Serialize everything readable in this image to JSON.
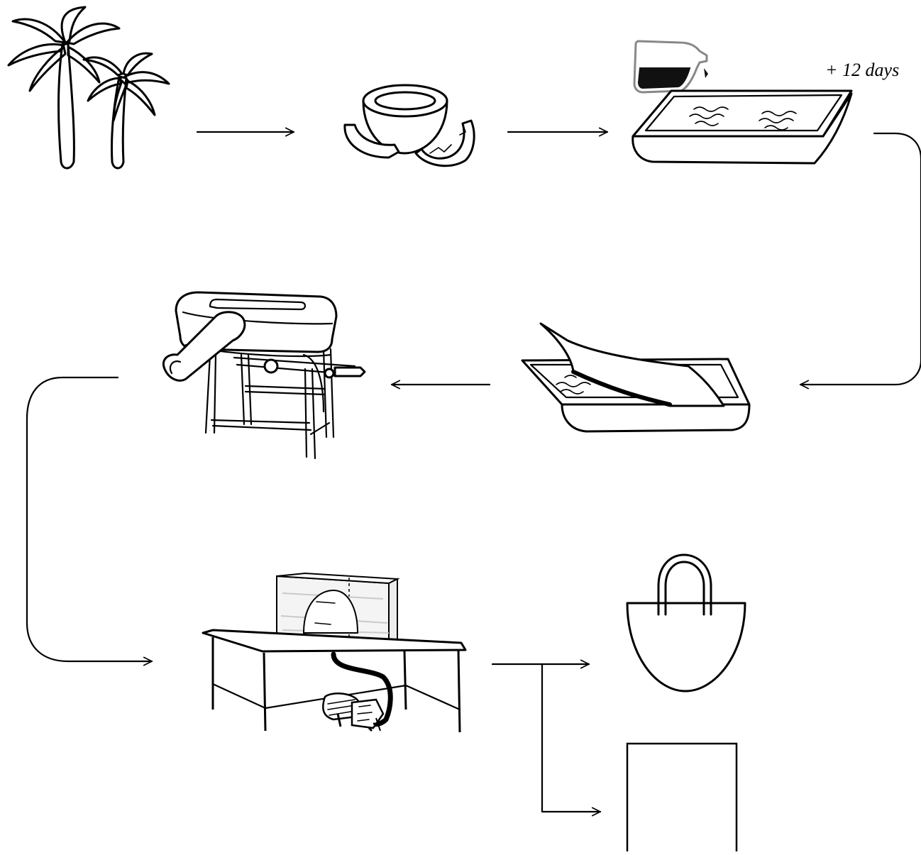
{
  "annotations": {
    "soak_duration": "+ 12 days"
  },
  "steps": [
    {
      "id": "coconut-palms",
      "icon": "palm-trees-icon"
    },
    {
      "id": "coconut-husks",
      "icon": "split-coconut-icon"
    },
    {
      "id": "soaking-tray",
      "icon": "tray-with-liquid-icon",
      "reagent": "pouring-flask-icon"
    },
    {
      "id": "fiber-extraction-tray",
      "icon": "tray-with-sheet-icon"
    },
    {
      "id": "decorticating-machine",
      "icon": "decorticator-machine-icon"
    },
    {
      "id": "vacuum-molding-table",
      "icon": "vacuum-table-icon"
    },
    {
      "id": "product-bag",
      "icon": "bag-icon"
    },
    {
      "id": "product-panel",
      "icon": "panel-icon"
    }
  ],
  "colors": {
    "stroke": "#000000",
    "background": "#ffffff",
    "chamber_tint": "#d9d9d9"
  }
}
